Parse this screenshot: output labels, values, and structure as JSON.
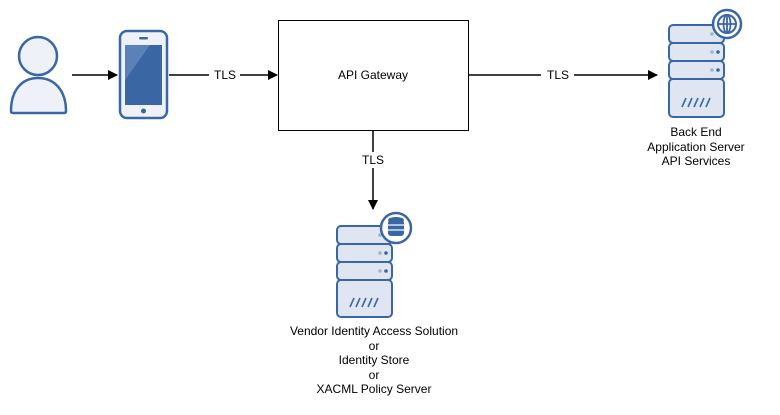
{
  "colors": {
    "icon_stroke": "#3a67a3",
    "icon_fill": "#dfe6f1",
    "icon_fill_light": "#eef2f8",
    "phone_screen": "#3a67a3",
    "edge": "#000000",
    "box_fill": "#ffffff"
  },
  "nodes": {
    "user": {
      "icon": "user-icon"
    },
    "phone": {
      "icon": "mobile-phone-icon"
    },
    "gateway": {
      "label": "API Gateway"
    },
    "backend": {
      "icon": "server-icon",
      "badge": "globe-icon",
      "caption": [
        "Back End",
        "Application Server",
        "API Services"
      ]
    },
    "identity": {
      "icon": "server-icon",
      "badge": "database-icon",
      "caption": [
        "Vendor Identity Access Solution",
        "or",
        "Identity Store",
        "or",
        "XACML Policy Server"
      ]
    }
  },
  "edges": [
    {
      "from": "user",
      "to": "phone",
      "label": ""
    },
    {
      "from": "phone",
      "to": "gateway",
      "label": "TLS"
    },
    {
      "from": "gateway",
      "to": "backend",
      "label": "TLS"
    },
    {
      "from": "gateway",
      "to": "identity",
      "label": "TLS"
    }
  ]
}
